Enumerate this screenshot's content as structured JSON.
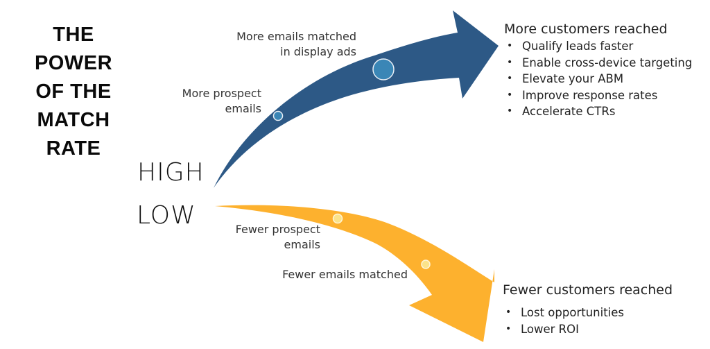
{
  "title": {
    "lines": [
      "THE",
      "POWER",
      "OF THE",
      "MATCH",
      "RATE"
    ]
  },
  "levels": {
    "high": "HIGH",
    "low": "LOW"
  },
  "high_path": {
    "color": "#2d5986",
    "marker_color": "#3a86b6",
    "labels": [
      {
        "lines": [
          "More prospect",
          "emails"
        ]
      },
      {
        "lines": [
          "More emails matched",
          "in display ads"
        ]
      }
    ],
    "outcome": {
      "heading": "More customers reached",
      "bullets": [
        "Qualify leads faster",
        "Enable cross-device targeting",
        "Elevate your ABM",
        "Improve response rates",
        "Accelerate CTRs"
      ]
    }
  },
  "low_path": {
    "color": "#fdb12e",
    "marker_color": "#fbe38a",
    "labels": [
      {
        "lines": [
          "Fewer prospect",
          "emails"
        ]
      },
      {
        "lines": [
          "Fewer emails matched"
        ]
      }
    ],
    "outcome": {
      "heading": "Fewer customers reached",
      "bullets": [
        "Lost opportunities",
        "Lower ROI"
      ]
    }
  }
}
